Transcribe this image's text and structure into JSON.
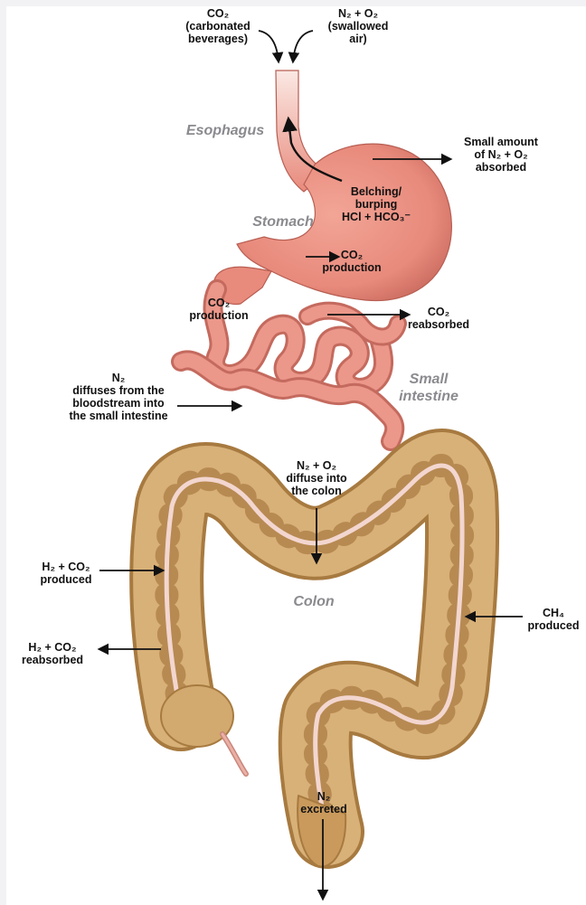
{
  "labels": {
    "co2_beverages": {
      "formula": "CO₂",
      "line1": "(carbonated",
      "line2": "beverages)"
    },
    "n2o2_air": {
      "formula": "N₂ + O₂",
      "line1": "(swallowed",
      "line2": "air)"
    },
    "small_amount": {
      "line1": "Small amount",
      "line2": "of N₂ + O₂",
      "line3": "absorbed"
    },
    "belching": {
      "line1": "Belching/",
      "line2": "burping",
      "line3": "HCl + HCO₃⁻"
    },
    "stomach_co2": {
      "formula": "CO₂",
      "line1": "production"
    },
    "si_co2_production": {
      "formula": "CO₂",
      "line1": "production"
    },
    "co2_reabsorbed": {
      "formula": "CO₂",
      "line1": "reabsorbed"
    },
    "n2_diffuses": {
      "formula": "N₂",
      "line1": "diffuses from the",
      "line2": "bloodstream into",
      "line3": "the small intestine"
    },
    "n2o2_colon": {
      "formula": "N₂ + O₂",
      "line1": "diffuse into",
      "line2": "the colon"
    },
    "h2co2_produced": {
      "formula": "H₂ + CO₂",
      "line1": "produced"
    },
    "ch4_produced": {
      "formula": "CH₄",
      "line1": "produced"
    },
    "h2co2_reabsorbed": {
      "formula": "H₂ + CO₂",
      "line1": "reabsorbed"
    },
    "n2_excreted": {
      "formula": "N₂",
      "line1": "excreted"
    }
  },
  "organs": {
    "esophagus": "Esophagus",
    "stomach": "Stomach",
    "small_intestine_1": "Small",
    "small_intestine_2": "intestine",
    "colon": "Colon"
  },
  "colors": {
    "stomach": "#e88a7c",
    "stomach_shade": "#c65e52",
    "colon": "#d2a96e",
    "colon_shade": "#a57a40",
    "colon_band": "#f3d6cf",
    "arrow": "#111111",
    "organ_label": "#8a8a8f"
  },
  "icons": [
    "arrow-down",
    "arrow-up",
    "arrow-right",
    "arrow-left"
  ]
}
